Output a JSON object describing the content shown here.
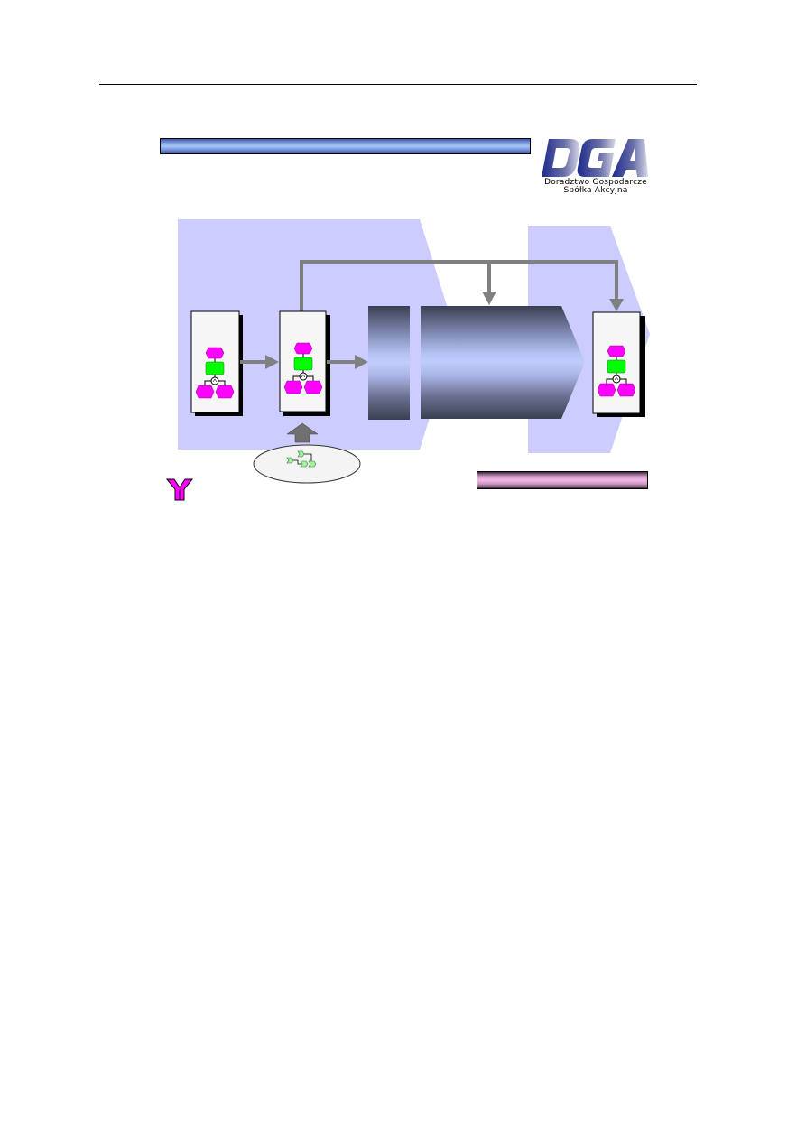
{
  "page": {
    "header_rule": true
  },
  "title_bar": {
    "text": "",
    "gradient_colors": [
      "#3f5a9e",
      "#a9c4f7",
      "#3f5494"
    ]
  },
  "logo": {
    "mark": "DGA",
    "line1": "Doradztwo Gospodarcze",
    "line2": "Spółka Akcyjna",
    "colors": [
      "#1c2a8a",
      "#8a8fb8",
      "#d8d8e8"
    ]
  },
  "diagram": {
    "background_shape_color": "#ccccff",
    "arrow_color": "#808080",
    "nodes": [
      {
        "id": "process-model-1",
        "type": "epc-card"
      },
      {
        "id": "process-model-2",
        "type": "epc-card"
      },
      {
        "id": "process-model-3",
        "type": "epc-card"
      }
    ],
    "epc_colors": {
      "event": "#ff00ff",
      "function": "#00ff00",
      "connector": "#ffffff"
    },
    "stages": [
      {
        "id": "stage-block",
        "type": "gradient-rect"
      },
      {
        "id": "stage-chevron",
        "type": "gradient-chevron"
      }
    ],
    "source_ellipse": {
      "fill": "#f4f4f4",
      "icon": "value-chain-icon",
      "icon_color": "#a8f0a8"
    },
    "legend_symbol": {
      "icon": "y-connector-icon",
      "color": "#ff00ff"
    }
  },
  "pink_bar": {
    "text": "",
    "gradient_colors": [
      "#3a2a3a",
      "#f5b8e8",
      "#3a2a3a"
    ]
  }
}
